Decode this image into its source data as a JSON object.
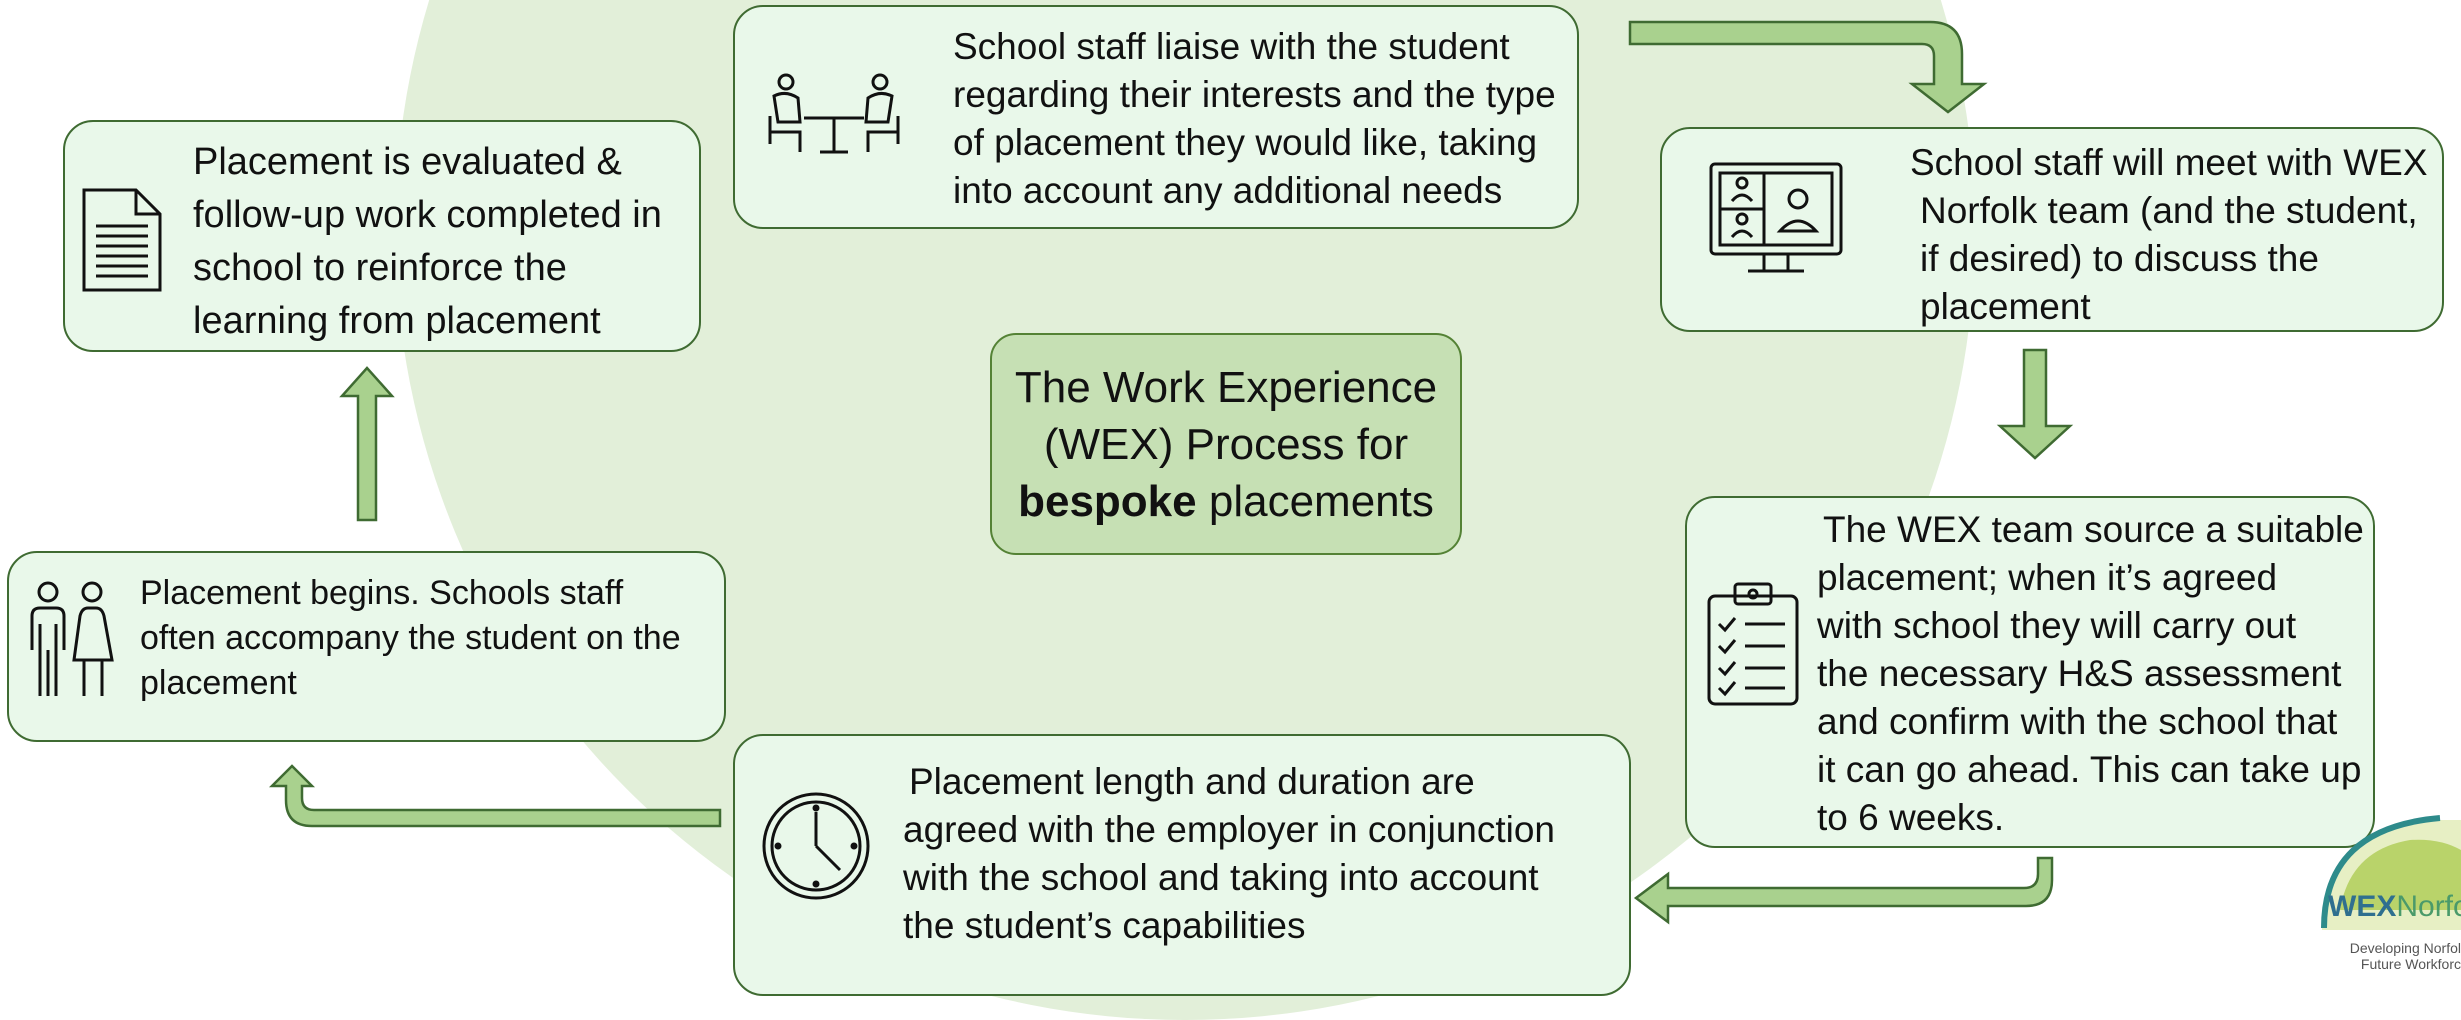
{
  "center": {
    "line1": "The Work Experience",
    "line2": "(WEX) Process for",
    "bold": "bespoke",
    "rest": " placements"
  },
  "steps": [
    {
      "icon": "meeting-people-icon",
      "lines": [
        "School staff liaise with the student",
        "regarding their interests and the type",
        "of placement they would like, taking",
        "into account any additional needs"
      ]
    },
    {
      "icon": "video-call-icon",
      "lines": [
        "School staff will meet with WEX",
        "Norfolk team (and the student,",
        "if desired) to discuss the",
        "placement"
      ]
    },
    {
      "icon": "clipboard-checklist-icon",
      "lines": [
        "The WEX team source a suitable",
        "placement; when it’s agreed",
        "with school they will carry out",
        "the necessary H&S assessment",
        "and confirm with the school that",
        "it can go ahead. This can take up",
        "to 6 weeks."
      ]
    },
    {
      "icon": "clock-icon",
      "lines": [
        "Placement length and duration are",
        "agreed with the employer in conjunction",
        "with the school and taking into account",
        "the student’s capabilities"
      ]
    },
    {
      "icon": "two-people-icon",
      "lines": [
        "Placement begins. Schools staff",
        "often accompany the student on the",
        "placement"
      ]
    },
    {
      "icon": "document-icon",
      "lines": [
        "Placement is evaluated &",
        "follow-up work completed in",
        "school to reinforce the",
        "learning from placement"
      ]
    }
  ],
  "logo": {
    "word_a": "WEX",
    "word_b": "Norfo",
    "tag1": "Developing Norfol",
    "tag2": "Future Workforc"
  },
  "colors": {
    "box_fill": "#e9f8ea",
    "box_border": "#3f6b32",
    "center_fill": "#c6e0b4",
    "arrow_fill": "#a9d18e",
    "circle_bg": "#e2efd9"
  }
}
